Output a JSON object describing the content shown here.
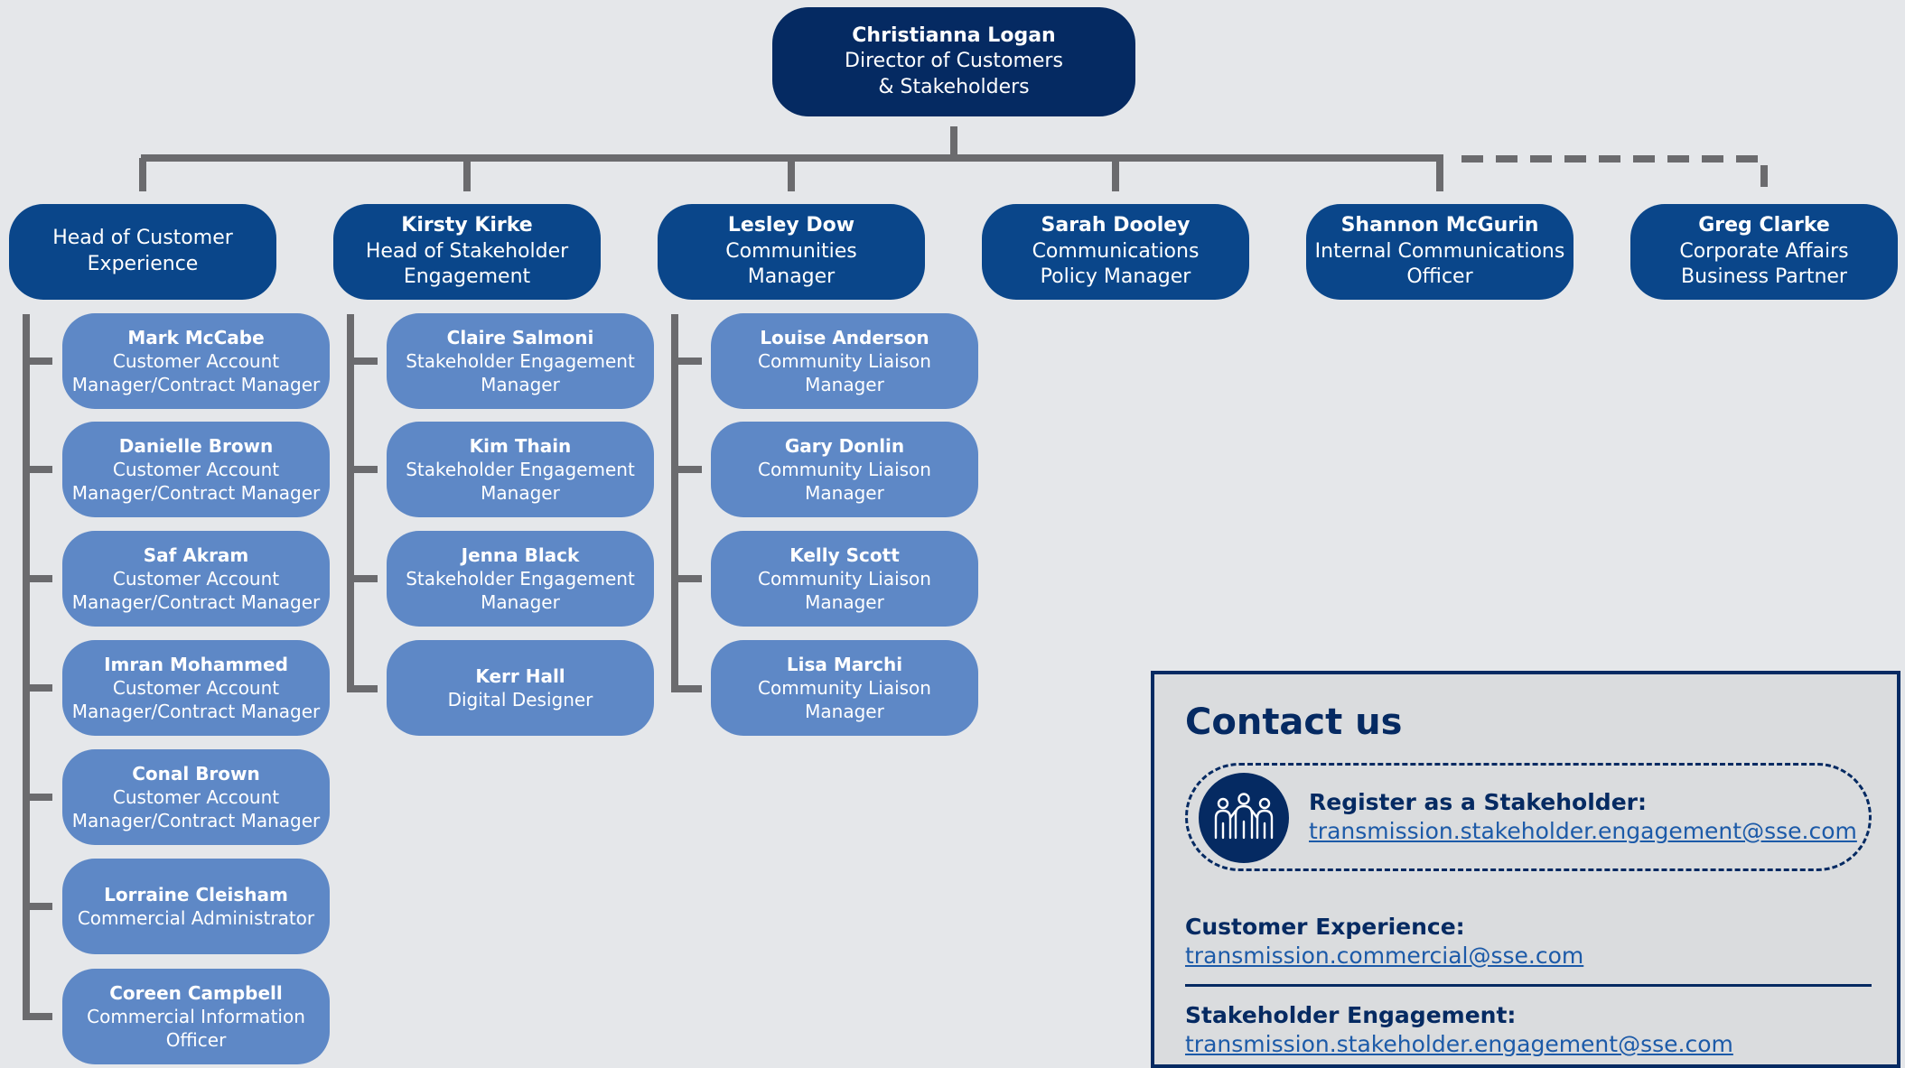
{
  "director": {
    "name": "Christianna Logan",
    "title_line1": "Director of Customers",
    "title_line2": "& Stakeholders"
  },
  "heads": [
    {
      "name": "",
      "title_line1": "Head of Customer",
      "title_line2": "Experience"
    },
    {
      "name": "Kirsty Kirke",
      "title_line1": "Head of Stakeholder",
      "title_line2": "Engagement"
    },
    {
      "name": "Lesley Dow",
      "title_line1": "Communities",
      "title_line2": "Manager"
    },
    {
      "name": "Sarah Dooley",
      "title_line1": "Communications",
      "title_line2": "Policy Manager"
    },
    {
      "name": "Shannon McGurin",
      "title_line1": "Internal Communications",
      "title_line2": "Officer"
    },
    {
      "name": "Greg Clarke",
      "title_line1": "Corporate Affairs",
      "title_line2": "Business Partner",
      "reporting": "dashed"
    }
  ],
  "teams": {
    "customer_experience": [
      {
        "name": "Mark McCabe",
        "title_line1": "Customer Account",
        "title_line2": "Manager/Contract Manager"
      },
      {
        "name": "Danielle Brown",
        "title_line1": "Customer Account",
        "title_line2": "Manager/Contract Manager"
      },
      {
        "name": "Saf Akram",
        "title_line1": "Customer Account",
        "title_line2": "Manager/Contract Manager"
      },
      {
        "name": "Imran Mohammed",
        "title_line1": "Customer Account",
        "title_line2": "Manager/Contract Manager"
      },
      {
        "name": "Conal Brown",
        "title_line1": "Customer Account",
        "title_line2": "Manager/Contract Manager"
      },
      {
        "name": "Lorraine Cleisham",
        "title_line1": "Commercial Administrator",
        "title_line2": ""
      },
      {
        "name": "Coreen Campbell",
        "title_line1": "Commercial Information",
        "title_line2": "Officer"
      }
    ],
    "stakeholder_engagement": [
      {
        "name": "Claire Salmoni",
        "title_line1": "Stakeholder Engagement",
        "title_line2": "Manager"
      },
      {
        "name": "Kim Thain",
        "title_line1": "Stakeholder Engagement",
        "title_line2": "Manager"
      },
      {
        "name": "Jenna Black",
        "title_line1": "Stakeholder Engagement",
        "title_line2": "Manager"
      },
      {
        "name": "Kerr Hall",
        "title_line1": "Digital Designer",
        "title_line2": ""
      }
    ],
    "communities": [
      {
        "name": "Louise Anderson",
        "title_line1": "Community Liaison",
        "title_line2": "Manager"
      },
      {
        "name": "Gary Donlin",
        "title_line1": "Community Liaison",
        "title_line2": "Manager"
      },
      {
        "name": "Kelly Scott",
        "title_line1": "Community Liaison",
        "title_line2": "Manager"
      },
      {
        "name": "Lisa Marchi",
        "title_line1": "Community Liaison",
        "title_line2": "Manager"
      }
    ]
  },
  "contact": {
    "heading": "Contact us",
    "register_label": "Register as a Stakeholder:",
    "register_email": "transmission.stakeholder.engagement@sse.com",
    "customer_experience_label": "Customer Experience:",
    "customer_experience_email": "transmission.commercial@sse.com",
    "stakeholder_engagement_label": "Stakeholder Engagement:",
    "stakeholder_engagement_email": "transmission.stakeholder.engagement@sse.com",
    "icon": "people-group-icon"
  },
  "colors": {
    "director_fill": "#052a62",
    "head_fill": "#0a468a",
    "team_fill": "#5e88c6",
    "connector": "#6b6b6e",
    "background": "#e5e7ea"
  }
}
